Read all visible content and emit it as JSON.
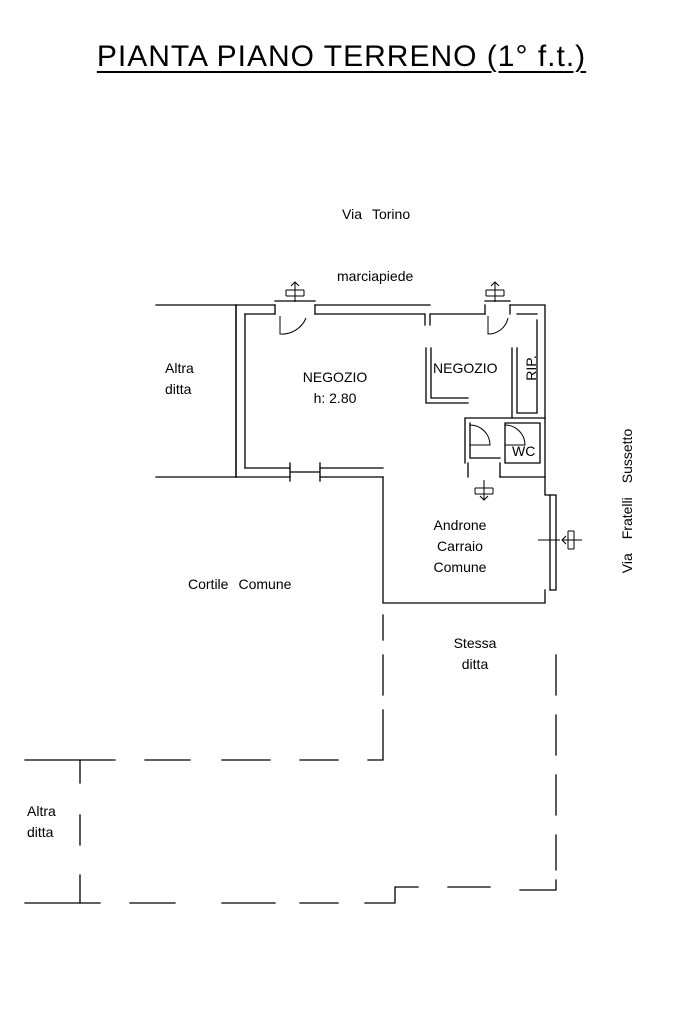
{
  "title": "PIANTA PIANO TERRENO (1° f.t.)",
  "labels": {
    "street_top": [
      "Via",
      "Torino"
    ],
    "sidewalk": "marciapiede",
    "altra_ditta_top": [
      "Altra",
      "ditta"
    ],
    "negozio_main": [
      "NEGOZIO",
      "h: 2.80"
    ],
    "negozio_small": "NEGOZIO",
    "rip": "RIP.",
    "wc": "WC",
    "androne": [
      "Androne",
      "Carraio",
      "Comune"
    ],
    "street_right": [
      "Via",
      "Fratelli",
      "Sussetto"
    ],
    "cortile": [
      "Cortile",
      "Comune"
    ],
    "stessa_ditta": [
      "Stessa",
      "ditta"
    ],
    "altra_ditta_bottom": [
      "Altra",
      "ditta"
    ]
  }
}
